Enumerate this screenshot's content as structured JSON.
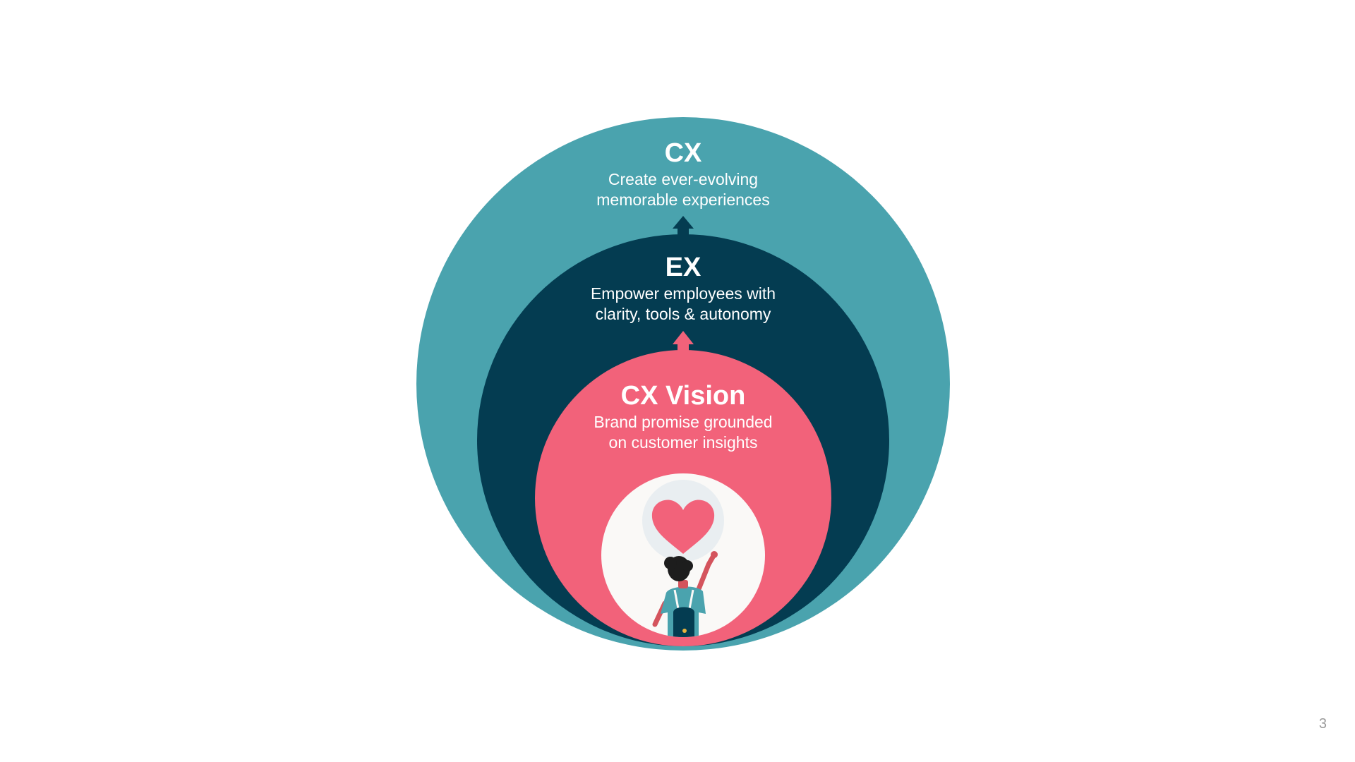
{
  "colors": {
    "outer": "#4aa3ae",
    "middle": "#043c51",
    "inner": "#f2627a",
    "core": "#faf9f7",
    "halo": "#e9eef1",
    "text": "#ffffff"
  },
  "layers": {
    "cx": {
      "title": "CX",
      "line1": "Create ever-evolving",
      "line2": "memorable experiences"
    },
    "ex": {
      "title": "EX",
      "line1": "Empower employees with",
      "line2": "clarity, tools & autonomy"
    },
    "vision": {
      "title": "CX Vision",
      "line1": "Brand promise grounded",
      "line2": "on customer insights"
    }
  },
  "illustration": {
    "icon": "person-with-heart-icon"
  },
  "footer": {
    "page_number": "3"
  }
}
